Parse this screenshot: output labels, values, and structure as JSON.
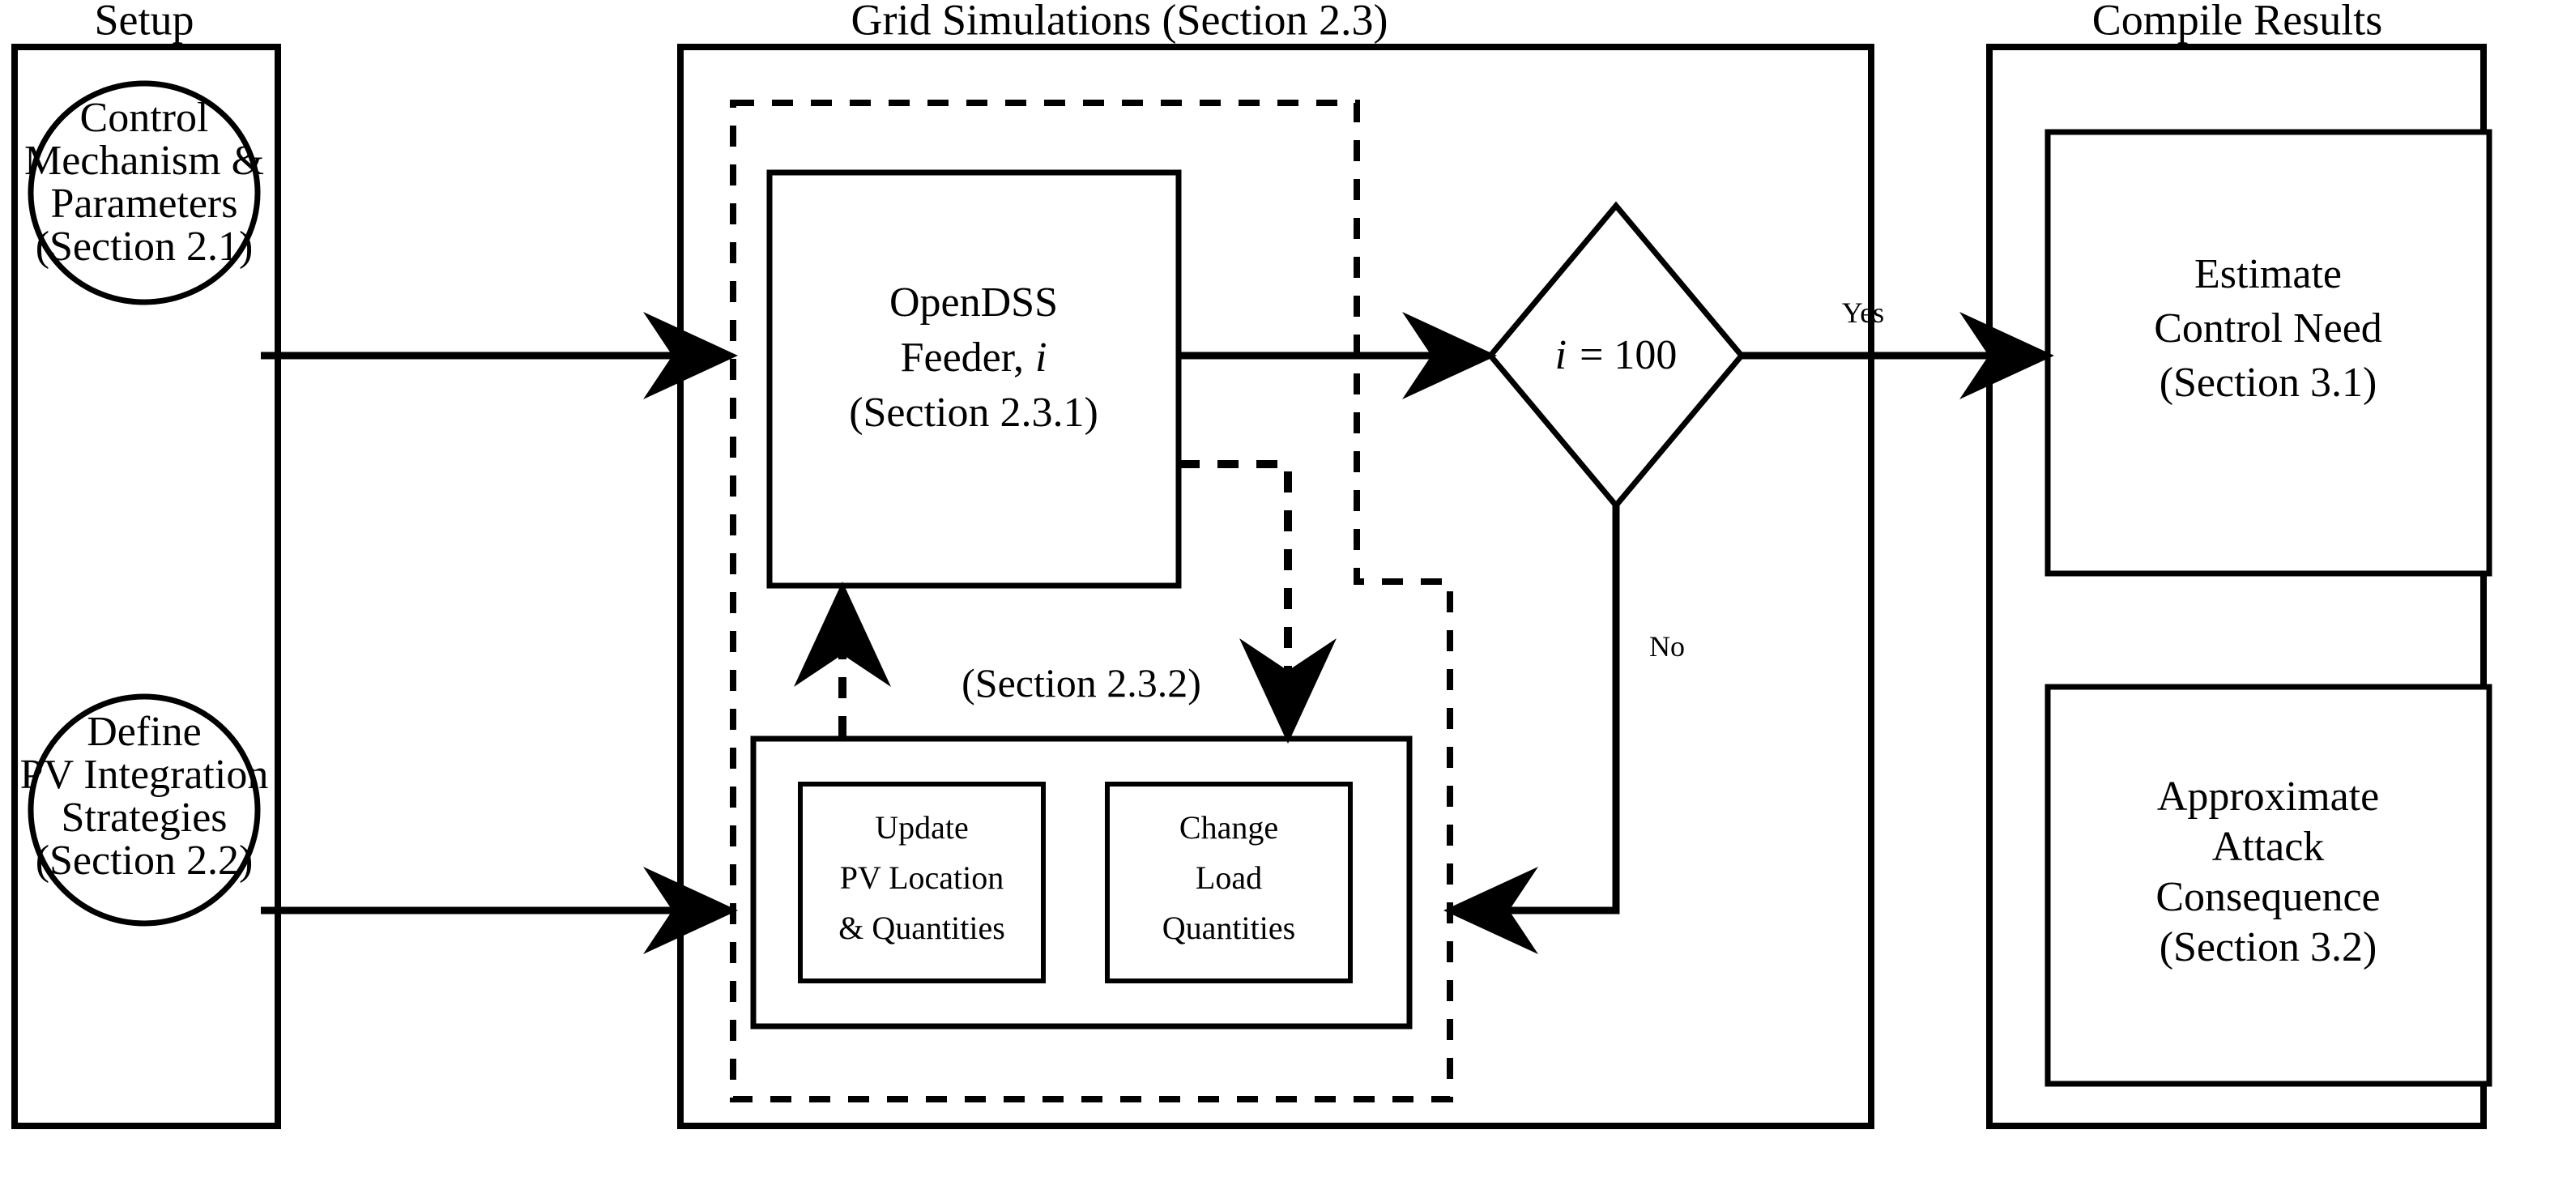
{
  "diagram": {
    "title_setup": "Setup",
    "title_grid": "Grid Simulations (Section 2.3)",
    "title_compile": "Compile Results",
    "setup": {
      "circle1": [
        "Control",
        "Mechanism &",
        "Parameters",
        "(Section 2.1)"
      ],
      "circle2": [
        "Define",
        "PV Integration",
        "Strategies",
        "(Section 2.2)"
      ]
    },
    "grid": {
      "opendss": [
        "OpenDSS",
        "Feeder, i",
        "(Section 2.3.1)"
      ],
      "opendss_line1": "OpenDSS",
      "opendss_line2a": "Feeder,",
      "opendss_line2b": "i",
      "opendss_line3": "(Section 2.3.1)",
      "section232_label": "(Section 2.3.2)",
      "update_box": [
        "Update",
        "PV Location",
        "& Quantities"
      ],
      "change_box": [
        "Change",
        "Load",
        "Quantities"
      ],
      "decision_var": "i",
      "decision_rest": "= 100",
      "decision_full": "i = 100",
      "label_yes": "Yes",
      "label_no": "No"
    },
    "compile": {
      "box1": [
        "Estimate",
        "Control Need",
        "(Section 3.1)"
      ],
      "box2": [
        "Approximate",
        "Attack",
        "Consequence",
        "(Section 3.2)"
      ]
    },
    "colors": {
      "stroke": "#000000",
      "background": "#ffffff"
    }
  }
}
